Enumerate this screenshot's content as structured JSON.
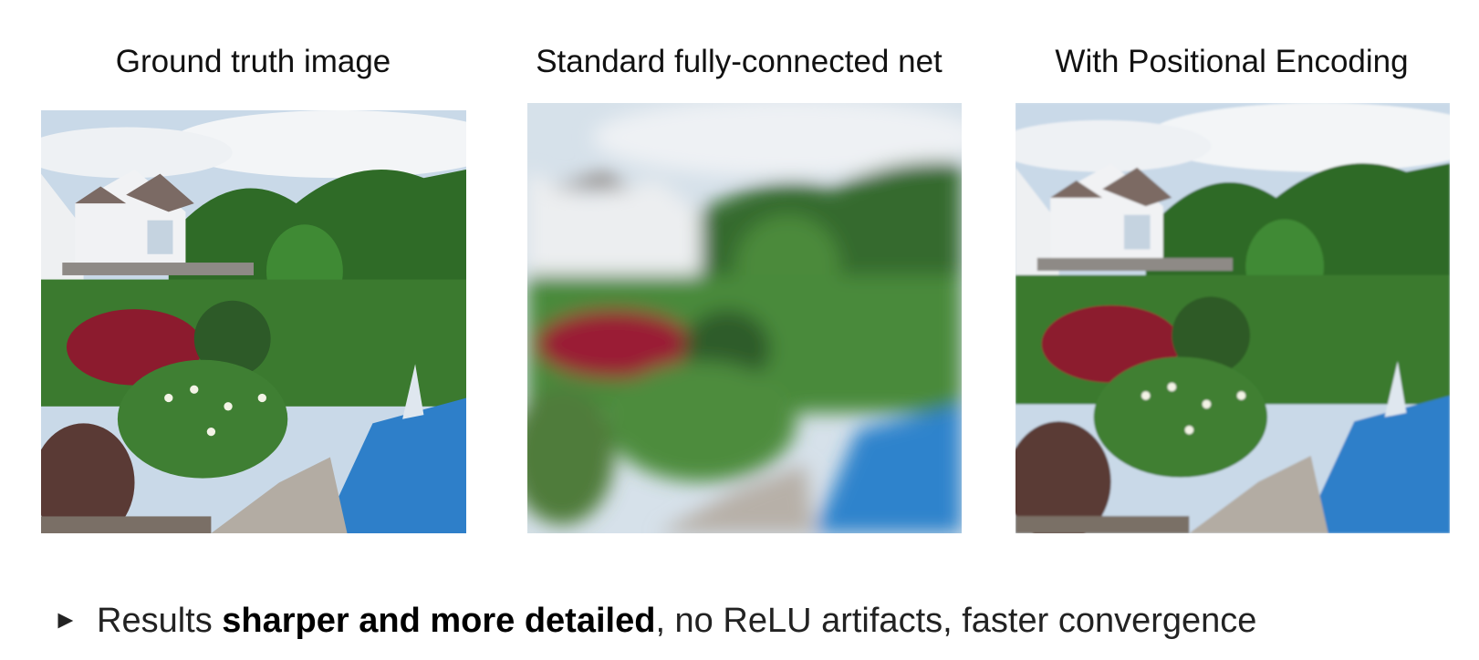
{
  "panels": [
    {
      "caption": "Ground truth image"
    },
    {
      "caption": "Standard fully-connected net"
    },
    {
      "caption": "With Positional Encoding"
    }
  ],
  "bullet": {
    "marker": "►",
    "text_before": "Results ",
    "text_bold": "sharper and more detailed",
    "text_after": ", no ReLU artifacts, faster convergence"
  },
  "colors": {
    "sky": "#c9d9e8",
    "cloud": "#f3f5f7",
    "trees": "#2f6b27",
    "shrub_red": "#8c1b2e",
    "pool": "#2e7fc9",
    "stone": "#b3aca3",
    "house": "#eef0f2",
    "roof": "#7b6a64"
  }
}
